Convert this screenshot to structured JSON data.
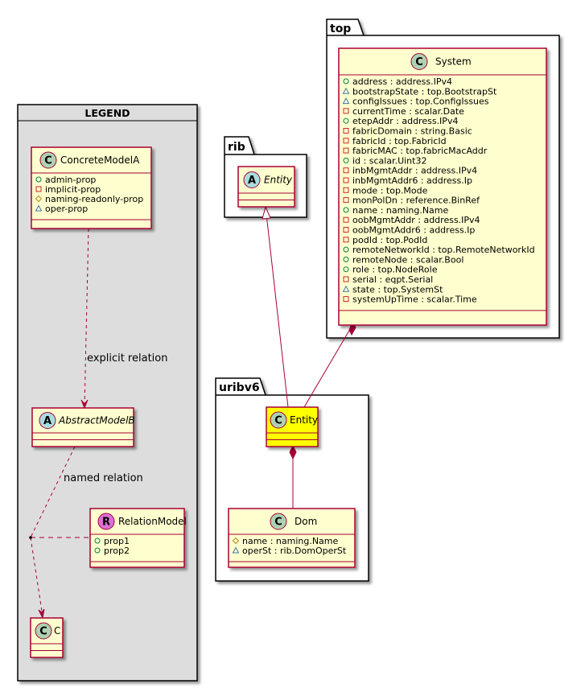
{
  "legend": {
    "title": "LEGEND",
    "concrete": {
      "stereo": "C",
      "name": "ConcreteModelA",
      "attrs": [
        {
          "vis": "+",
          "text": "admin-prop"
        },
        {
          "vis": "-",
          "text": "implicit-prop"
        },
        {
          "vis": "#",
          "text": "naming-readonly-prop"
        },
        {
          "vis": "~",
          "text": "oper-prop"
        }
      ]
    },
    "explicit_label": "explicit relation",
    "abstract": {
      "stereo": "A",
      "name": "AbstractModelB"
    },
    "named_label": "named relation",
    "relation": {
      "stereo": "R",
      "name": "RelationModel",
      "attrs": [
        {
          "vis": "+",
          "text": "prop1"
        },
        {
          "vis": "+",
          "text": "prop2"
        }
      ]
    },
    "c": {
      "stereo": "C",
      "name": "C"
    }
  },
  "packages": {
    "top": {
      "label": "top",
      "system": {
        "stereo": "C",
        "name": "System",
        "attrs": [
          {
            "vis": "+",
            "text": "address : address.IPv4"
          },
          {
            "vis": "~",
            "text": "bootstrapState : top.BootstrapSt"
          },
          {
            "vis": "~",
            "text": "configIssues : top.ConfigIssues"
          },
          {
            "vis": "-",
            "text": "currentTime : scalar.Date"
          },
          {
            "vis": "+",
            "text": "etepAddr : address.IPv4"
          },
          {
            "vis": "-",
            "text": "fabricDomain : string.Basic"
          },
          {
            "vis": "-",
            "text": "fabricId : top.FabricId"
          },
          {
            "vis": "-",
            "text": "fabricMAC : top.fabricMacAddr"
          },
          {
            "vis": "+",
            "text": "id : scalar.Uint32"
          },
          {
            "vis": "-",
            "text": "inbMgmtAddr : address.IPv4"
          },
          {
            "vis": "-",
            "text": "inbMgmtAddr6 : address.Ip"
          },
          {
            "vis": "-",
            "text": "mode : top.Mode"
          },
          {
            "vis": "-",
            "text": "monPolDn : reference.BinRef"
          },
          {
            "vis": "+",
            "text": "name : naming.Name"
          },
          {
            "vis": "-",
            "text": "oobMgmtAddr : address.IPv4"
          },
          {
            "vis": "-",
            "text": "oobMgmtAddr6 : address.Ip"
          },
          {
            "vis": "-",
            "text": "podId : top.PodId"
          },
          {
            "vis": "+",
            "text": "remoteNetworkId : top.RemoteNetworkId"
          },
          {
            "vis": "+",
            "text": "remoteNode : scalar.Bool"
          },
          {
            "vis": "+",
            "text": "role : top.NodeRole"
          },
          {
            "vis": "-",
            "text": "serial : eqpt.Serial"
          },
          {
            "vis": "~",
            "text": "state : top.SystemSt"
          },
          {
            "vis": "-",
            "text": "systemUpTime : scalar.Time"
          }
        ]
      }
    },
    "rib": {
      "label": "rib",
      "entity": {
        "stereo": "A",
        "name": "Entity"
      }
    },
    "uribv6": {
      "label": "uribv6",
      "entity": {
        "stereo": "C",
        "name": "Entity"
      },
      "dom": {
        "stereo": "C",
        "name": "Dom",
        "attrs": [
          {
            "vis": "#",
            "text": "name : naming.Name"
          },
          {
            "vis": "~",
            "text": "operSt : rib.DomOperSt"
          }
        ]
      }
    }
  },
  "colors": {
    "classFill": "#FEFECE",
    "classBorder": "#A80036",
    "circleC": "#ADD1B2",
    "circleA": "#A9DCDF",
    "circleR": "#DA70D6",
    "highlight": "#FFFF00",
    "legendBg": "#DDDDDD",
    "publicGreen": "#038048",
    "privateRed": "#C82930",
    "protectedYellow": "#B38D22",
    "packageBlue": "#4177AF"
  }
}
